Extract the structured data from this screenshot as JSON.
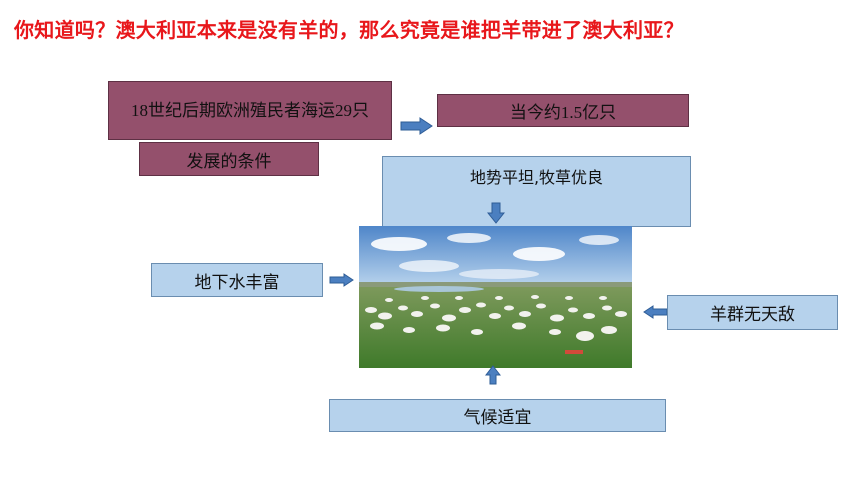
{
  "title": "你知道吗？澳大利亚本来是没有羊的，那么究竟是谁把羊带进了澳大利亚？",
  "boxes": {
    "import": "18世纪后期欧洲殖民者海运29只",
    "current": "当今约1.5亿只",
    "conditions": "发展的条件",
    "terrain": "地势平坦,牧草优良",
    "groundwater": "地下水丰富",
    "no_predators": "羊群无天敌",
    "climate": "气候适宜"
  },
  "colors": {
    "title": "#e8171b",
    "maroon": "#94506c",
    "blue": "#b6d2ec",
    "arrow": "#4b7fc0"
  },
  "photo": {
    "subject": "sheep-grazing-grassland"
  }
}
